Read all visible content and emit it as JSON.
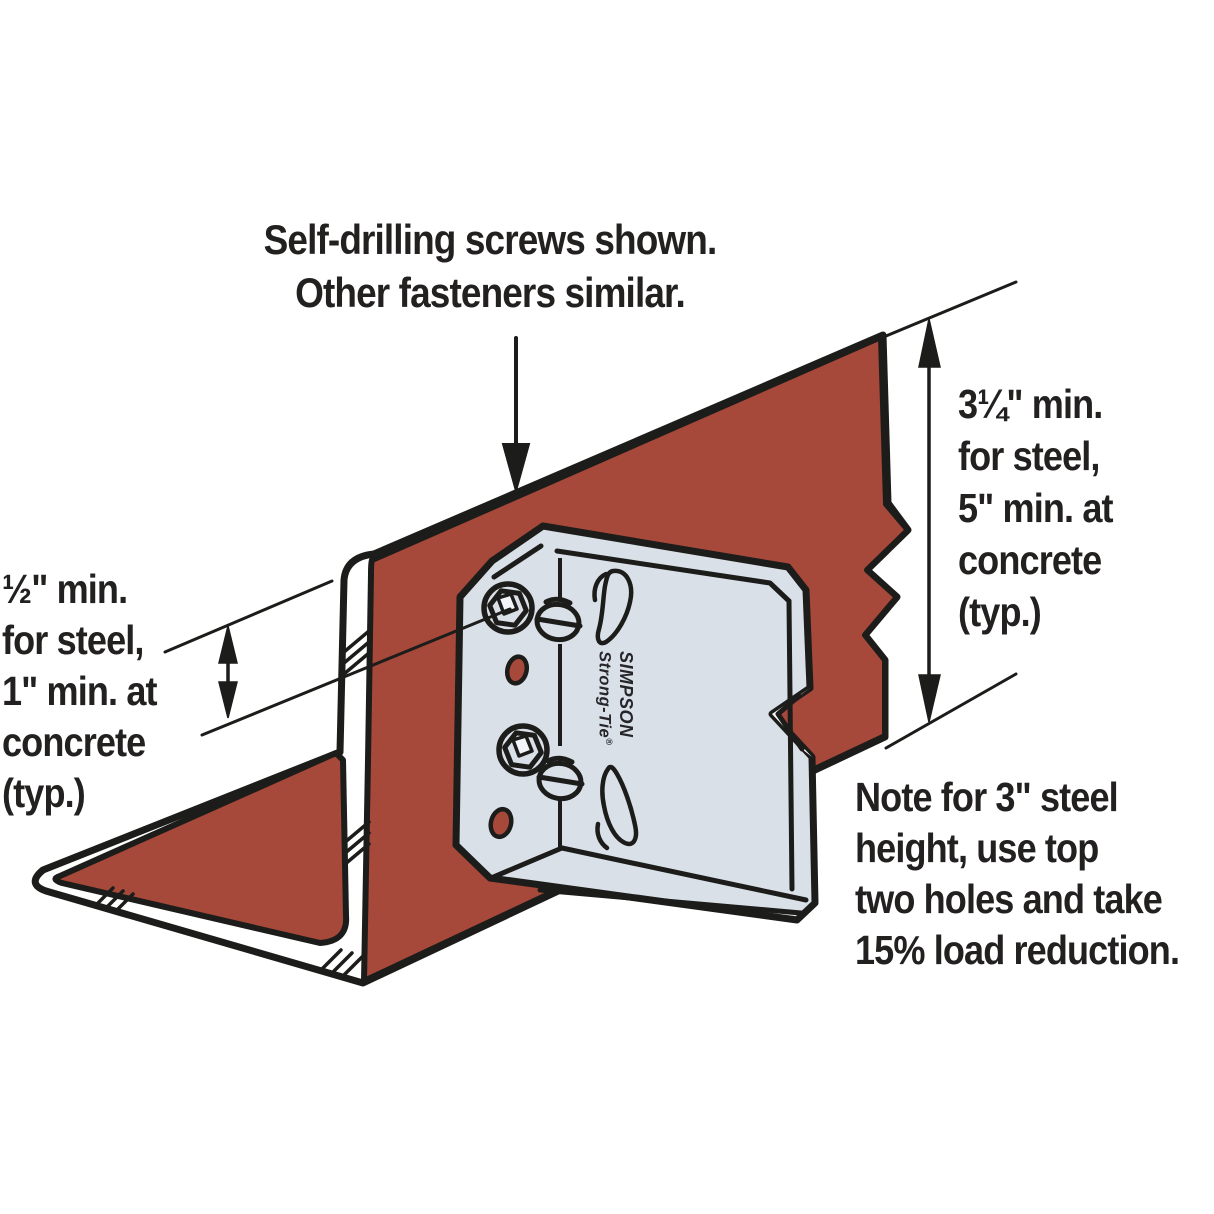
{
  "title": "Self-drilling screw connector installation diagram",
  "colors": {
    "beam_red": "#A6493A",
    "bracket_gray": "#D9E0E7",
    "bracket_highlight": "#F2F6F9",
    "outline": "#1C1C1A",
    "text": "#232020",
    "background": "#FFFFFF"
  },
  "annotations": {
    "top_note": [
      "Self-drilling screws shown.",
      "Other fasteners similar."
    ],
    "left_dimension": [
      "½\" min.",
      "for steel,",
      "1\" min. at",
      "concrete",
      "(typ.)"
    ],
    "right_dimension": [
      "3¼\" min.",
      "for steel,",
      "5\" min. at",
      "concrete",
      "(typ.)"
    ],
    "bottom_note": [
      "Note for 3\" steel",
      "height, use top",
      "two holes and take",
      "15% load reduction."
    ],
    "brand": {
      "line1": "SIMPSON",
      "line2": "Strong-Tie",
      "registered": "®"
    }
  }
}
